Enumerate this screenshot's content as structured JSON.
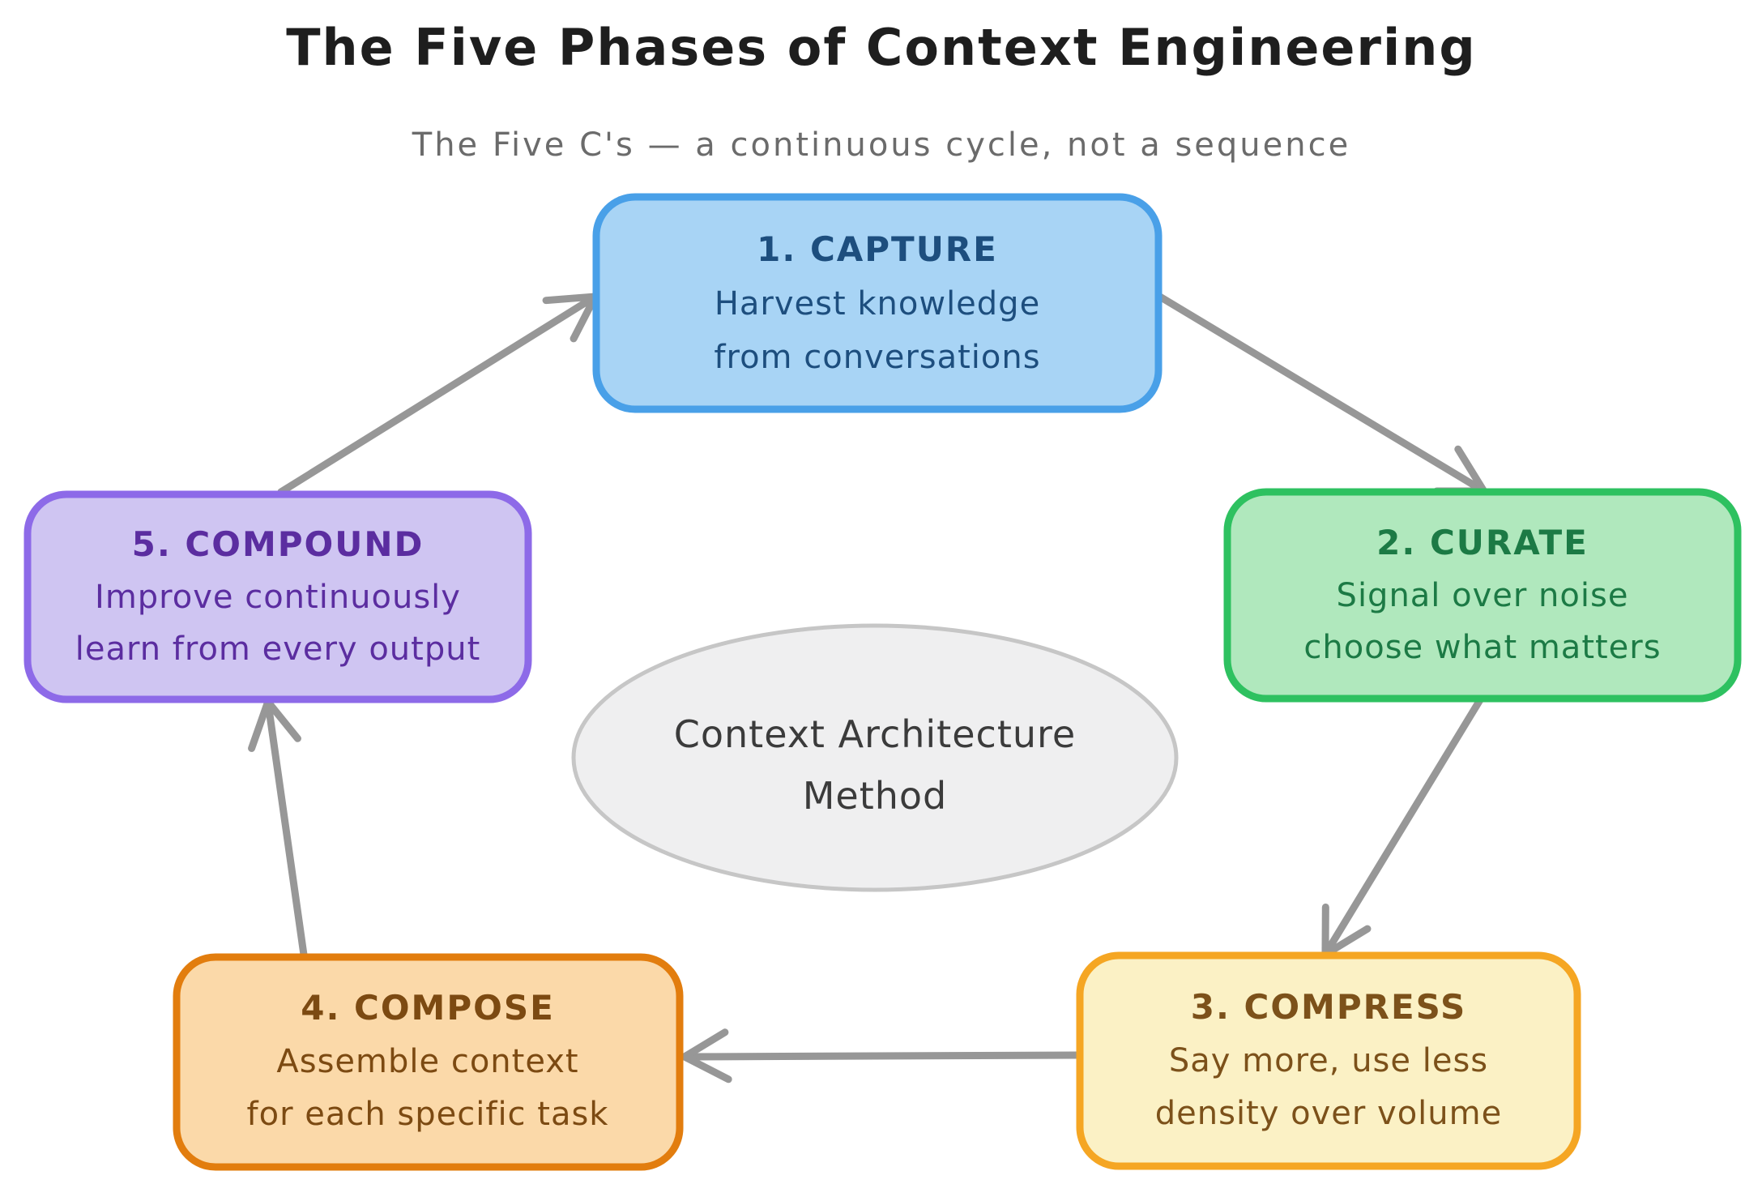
{
  "header": {
    "title": "The Five Phases of Context Engineering",
    "subtitle": "The Five C's — a continuous cycle, not a sequence"
  },
  "center_ellipse": {
    "line1": "Context Architecture",
    "line2": "Method",
    "fill": "#efeff0",
    "border": "#c6c6c6",
    "text_color": "#3b3b3b"
  },
  "nodes": [
    {
      "id": "capture",
      "label": "1. CAPTURE",
      "desc1": "Harvest knowledge",
      "desc2": "from conversations",
      "fill": "#a8d4f5",
      "border": "#49a0e8",
      "text_color": "#1d4e7e"
    },
    {
      "id": "curate",
      "label": "2. CURATE",
      "desc1": "Signal over noise",
      "desc2": "choose what matters",
      "fill": "#b0e8bd",
      "border": "#2ec160",
      "text_color": "#1c7a45"
    },
    {
      "id": "compress",
      "label": "3. COMPRESS",
      "desc1": "Say more, use less",
      "desc2": "density over volume",
      "fill": "#fbf1c5",
      "border": "#f5a623",
      "text_color": "#7c511a"
    },
    {
      "id": "compose",
      "label": "4. COMPOSE",
      "desc1": "Assemble context",
      "desc2": "for each specific task",
      "fill": "#fbd9a9",
      "border": "#e27d0e",
      "text_color": "#7c4a12"
    },
    {
      "id": "compound",
      "label": "5. COMPOUND",
      "desc1": "Improve continuously",
      "desc2": "learn from every output",
      "fill": "#cfc5f2",
      "border": "#8d6ae8",
      "text_color": "#5b2da0"
    }
  ],
  "arrows": {
    "color": "#979797"
  }
}
